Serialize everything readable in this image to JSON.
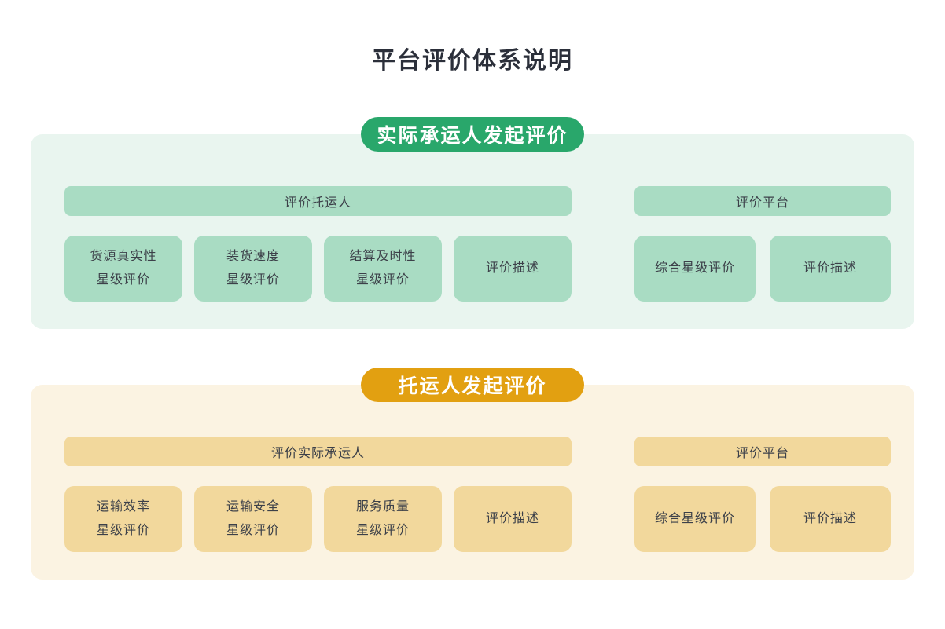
{
  "title": "平台评价体系说明",
  "colors": {
    "green_badge": "#29a76b",
    "green_panel": "#e9f5ef",
    "green_block": "#a9dcc3",
    "orange_badge": "#e2a011",
    "orange_panel": "#fbf3e2",
    "orange_block": "#f2d89c"
  },
  "sections": [
    {
      "id": "carrier-initiated",
      "badge": "实际承运人发起评价",
      "groups": [
        {
          "header": "评价托运人",
          "cards": [
            {
              "lines": [
                "货源真实性",
                "星级评价"
              ]
            },
            {
              "lines": [
                "装货速度",
                "星级评价"
              ]
            },
            {
              "lines": [
                "结算及时性",
                "星级评价"
              ]
            },
            {
              "lines": [
                "评价描述"
              ]
            }
          ]
        },
        {
          "header": "评价平台",
          "cards": [
            {
              "lines": [
                "综合星级评价"
              ]
            },
            {
              "lines": [
                "评价描述"
              ]
            }
          ]
        }
      ]
    },
    {
      "id": "shipper-initiated",
      "badge": "托运人发起评价",
      "groups": [
        {
          "header": "评价实际承运人",
          "cards": [
            {
              "lines": [
                "运输效率",
                "星级评价"
              ]
            },
            {
              "lines": [
                "运输安全",
                "星级评价"
              ]
            },
            {
              "lines": [
                "服务质量",
                "星级评价"
              ]
            },
            {
              "lines": [
                "评价描述"
              ]
            }
          ]
        },
        {
          "header": "评价平台",
          "cards": [
            {
              "lines": [
                "综合星级评价"
              ]
            },
            {
              "lines": [
                "评价描述"
              ]
            }
          ]
        }
      ]
    }
  ]
}
